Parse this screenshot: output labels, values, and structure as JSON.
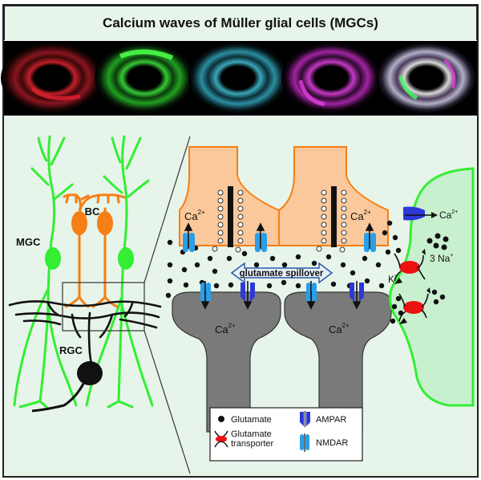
{
  "title": "Calcium waves of Müller glial cells (MGCs)",
  "colors": {
    "background": "#e7f4e9",
    "glia": "#33ee33",
    "bipolar": "#f57f14",
    "presynaptic": "#fbc89b",
    "postsynaptic": "#7a7a7a",
    "ampar": "#2b39d6",
    "nmdar": "#2a9ee8",
    "transporter": "#ee1111",
    "glia_fill": "#c8f0cf"
  },
  "panels": {
    "image_channels": [
      "red",
      "green",
      "cyan",
      "magenta",
      "merge"
    ]
  },
  "labels": {
    "bc": "BC",
    "mgc": "MGC",
    "rgc": "RGC",
    "ca_super": "2+",
    "ca": "Ca",
    "na_super": "+",
    "na": "3 Na",
    "k_super": "+",
    "k": "K",
    "spillover": "glutamate spillover"
  },
  "legend": {
    "glutamate": "Glutamate",
    "transporter_line1": "Glutamate",
    "transporter_line2": "transporter",
    "ampar": "AMPAR",
    "nmdar": "NMDAR"
  }
}
